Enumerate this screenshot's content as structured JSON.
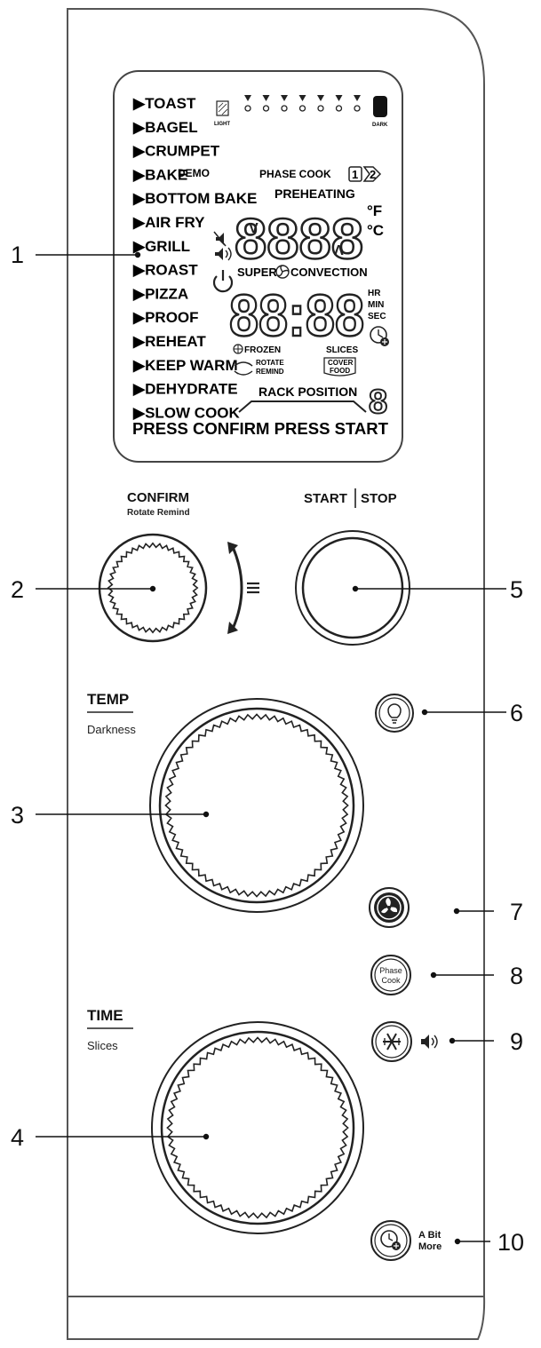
{
  "display": {
    "menu": [
      "TOAST",
      "BAGEL",
      "CRUMPET",
      "BAKE",
      "BOTTOM BAKE",
      "AIR FRY",
      "GRILL",
      "ROAST",
      "PIZZA",
      "PROOF",
      "REHEAT",
      "KEEP WARM",
      "DEHYDRATE",
      "SLOW COOK"
    ],
    "menu_marker": "▶",
    "demo": "DEMO",
    "phase_cook": "PHASE COOK",
    "phase_1": "1",
    "phase_2": "2",
    "preheating": "PREHEATING",
    "light": "LIGHT",
    "dark": "DARK",
    "deg_f": "°F",
    "deg_c": "°C",
    "temp_digits": "8888",
    "super": "SUPER",
    "convection": "CONVECTION",
    "time_digits": "88:88",
    "hr": "HR",
    "min": "MIN",
    "sec": "SEC",
    "frozen": "FROZEN",
    "slices": "SLICES",
    "rotate": "ROTATE",
    "remind": "REMIND",
    "cover": "COVER",
    "food": "FOOD",
    "rack_position": "RACK POSITION",
    "rack_digit": "8",
    "bottom_line": "PRESS CONFIRM PRESS START"
  },
  "controls": {
    "confirm_label": "CONFIRM",
    "confirm_sub": "Rotate Remind",
    "start_label": "START",
    "stop_label": "STOP",
    "temp_label": "TEMP",
    "temp_sub": "Darkness",
    "time_label": "TIME",
    "time_sub": "Slices",
    "phase_cook_btn_line1": "Phase",
    "phase_cook_btn_line2": "Cook",
    "a_bit_more_line1": "A Bit",
    "a_bit_more_line2": "More"
  },
  "callouts": [
    "1",
    "2",
    "3",
    "4",
    "5",
    "6",
    "7",
    "8",
    "9",
    "10"
  ],
  "icons": {
    "light": "lightbulb-icon",
    "fan": "fan-icon",
    "frozen": "snowflake-icon",
    "sound": "speaker-icon",
    "a_bit_more": "clock-plus-icon",
    "power": "power-icon",
    "mute": "mute-icon"
  }
}
